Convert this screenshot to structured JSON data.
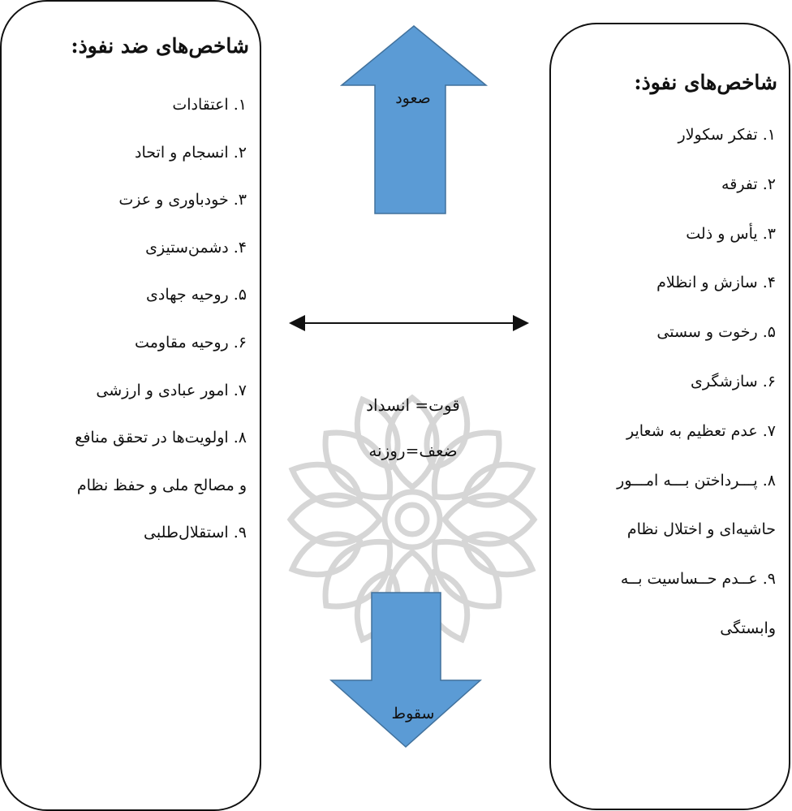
{
  "left_panel": {
    "title": "شاخص‌های ضد نفوذ:",
    "items": [
      "۱. اعتقادات",
      "۲. انسجام و اتحاد",
      "۳. خودباوری و عزت",
      "۴. دشمن‌ستیزی",
      "۵. روحیه جهادی",
      "۶. روحیه مقاومت",
      "۷. امور عبادی و ارزشی",
      "۸. اولویت‌ها در تحقق منافع",
      "و مصالح ملی و حفظ نظام",
      "۹. استقلال‌طلبی"
    ]
  },
  "right_panel": {
    "title": "شاخص‌های نفوذ:",
    "items": [
      "۱. تفکر سکولار",
      "۲. تفرقه",
      "۳. یأس و ذلت",
      "۴. سازش و انظلام",
      "۵. رخوت و سستی",
      "۶. سازشگری",
      "۷. عدم تعظیم به شعایر",
      "۸. پـــرداختن بـــه امـــور",
      "حاشیه‌ای و اختلال نظام",
      "۹. عــدم حــساسیت بــه",
      "وابستگی"
    ]
  },
  "center": {
    "up_label": "صعود",
    "down_label": "سقوط",
    "formula_strength": "قوت= انسداد",
    "formula_weakness": "ضعف=روزنه"
  },
  "colors": {
    "arrow_fill": "#5b9bd5",
    "arrow_stroke": "#41719c",
    "border": "#111111",
    "watermark": "#c7c7c7"
  }
}
